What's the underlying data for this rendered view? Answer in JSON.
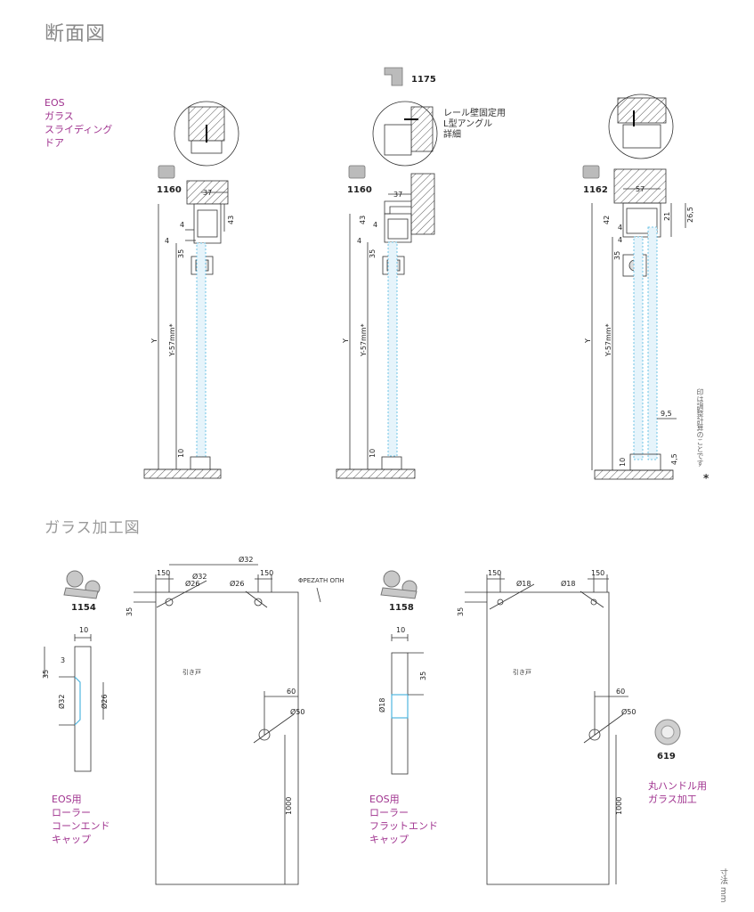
{
  "headings": {
    "section": "断面図",
    "processing": "ガラス加工図"
  },
  "product_title": "EOS\nガラス\nスライディング\nドア",
  "section": {
    "parts": [
      "1160",
      "1160",
      "1162",
      "1175"
    ],
    "detail_note": "レール壁固定用\nL型アングル\n詳細",
    "side_note": "印は調整計算のことです",
    "asterisk": "*",
    "dims": {
      "d37": "37",
      "d57": "57",
      "d43": "43",
      "d42": "42",
      "d4": "4",
      "d35": "35",
      "d21": "21",
      "d26_5": "26,5",
      "d9_5": "9,5",
      "d10": "10",
      "d4_5": "4,5",
      "Y": "Y",
      "Y57": "Y-57mm*"
    }
  },
  "processing": {
    "parts": [
      "1154",
      "1158",
      "619"
    ],
    "notes": {
      "cone": "EOS用\nローラー\nコーンエンド\nキャップ",
      "flat": "EOS用\nローラー\nフラットエンド\nキャップ",
      "knob": "丸ハンドル用\nガラス加工"
    },
    "label_door": "引き戸",
    "label_greek": "ΦΡΕΖΑΤΗ ΟΠΗ",
    "unit": "寸法 mm",
    "dims": {
      "d150": "150",
      "d32": "Ø32",
      "d26": "Ø26",
      "d32plain": "Ø32",
      "d18": "Ø18",
      "d50": "Ø50",
      "d60": "60",
      "d35": "35",
      "d1000": "1000",
      "d10": "10",
      "d3": "3",
      "d26plain": "Ø26",
      "d18plain": "Ø18",
      "d32v": "Ø32"
    }
  },
  "colors": {
    "magenta": "#a0338f",
    "glass": "#4fb6e0",
    "line": "#333333",
    "grey": "#8a8a8a"
  }
}
